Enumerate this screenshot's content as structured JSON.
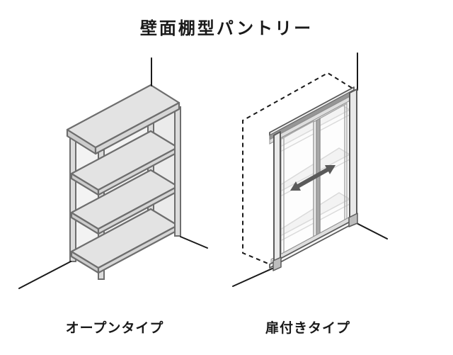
{
  "title": "壁面棚型パントリー",
  "figures": [
    {
      "id": "open-type",
      "label": "オープンタイプ"
    },
    {
      "id": "door-type",
      "label": "扉付きタイプ"
    }
  ],
  "icons": {
    "slide_direction_arrow": "↔"
  },
  "colors": {
    "background": "#ffffff",
    "text": "#1a1a1a",
    "room_line": "#1a1a1a",
    "outline_dark": "#6e6e6e",
    "outline_frame": "#5a5a5a",
    "fill_top": "#e3e3e3",
    "fill_front": "#d6d6d6",
    "fill_side": "#cccccc",
    "fill_post": "#dcdcdc",
    "fill_interior": "#f3f3f3",
    "rail_gray": "#969696",
    "shelf_line_muted": "#b5b5b5",
    "arrow": "#5a5a5a"
  }
}
